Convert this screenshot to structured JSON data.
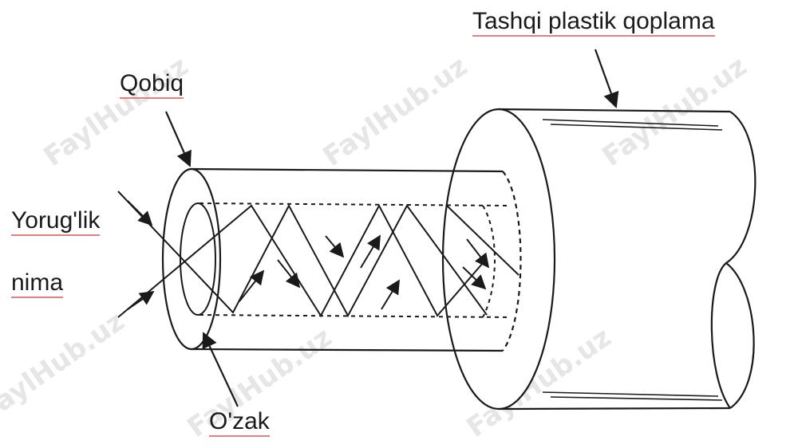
{
  "labels": {
    "outer_jacket": "Tashqi plastik qoplama",
    "cladding": "Qobiq",
    "light_line1": "Yorug'lik",
    "light_line2": "nima",
    "core": "O'zak"
  },
  "watermark": "FaylHub.uz",
  "colors": {
    "stroke": "#1a1a1a",
    "label_underline": "#e08080",
    "watermark": "#e6e6e6"
  }
}
